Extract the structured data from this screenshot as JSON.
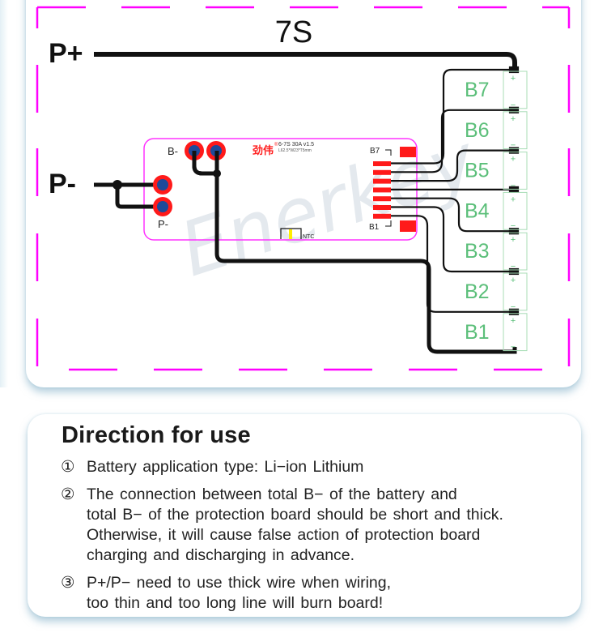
{
  "diagram": {
    "title": "7S",
    "terminals": {
      "p_plus": "P+",
      "p_minus": "P-"
    },
    "watermark": "Enerkey",
    "board": {
      "b_minus_label": "B-",
      "p_minus_label": "P-",
      "brand": "劲伟",
      "registered_mark": "®",
      "model": "6-7S 30A v1.5",
      "dimensions": "L62.5*W23*T5mm",
      "ntc_label": "NTC",
      "b7_label": "B7",
      "b1_label": "B1"
    },
    "cells": [
      {
        "label": "B7",
        "plus": "+",
        "minus": "−"
      },
      {
        "label": "B6",
        "plus": "+",
        "minus": "−"
      },
      {
        "label": "B5",
        "plus": "+",
        "minus": "−"
      },
      {
        "label": "B4",
        "plus": "+",
        "minus": "−"
      },
      {
        "label": "B3",
        "plus": "+",
        "minus": "−"
      },
      {
        "label": "B2",
        "plus": "+",
        "minus": "−"
      },
      {
        "label": "B1",
        "plus": "+",
        "minus": "−"
      }
    ],
    "colors": {
      "frame_dash": "#ff00ff",
      "board_outline": "#ff33ff",
      "pad_ring": "#ff1a1a",
      "pad_center": "#1e4a9a",
      "cell_green": "#5cbf7a",
      "wire": "#111111",
      "ntc_yellow": "#ffee00"
    }
  },
  "usage": {
    "title": "Direction for use",
    "items": [
      {
        "num": "①",
        "text": "Battery application type: Li−ion Lithium"
      },
      {
        "num": "②",
        "text": "The connection between total B− of the battery and\ntotal B− of the protection board should be short and thick.\nOtherwise, it will cause false action of protection board\ncharging and discharging in advance."
      },
      {
        "num": "③",
        "text": "P+/P− need to use thick wire when wiring,\ntoo thin and too long line will burn board!"
      }
    ]
  }
}
